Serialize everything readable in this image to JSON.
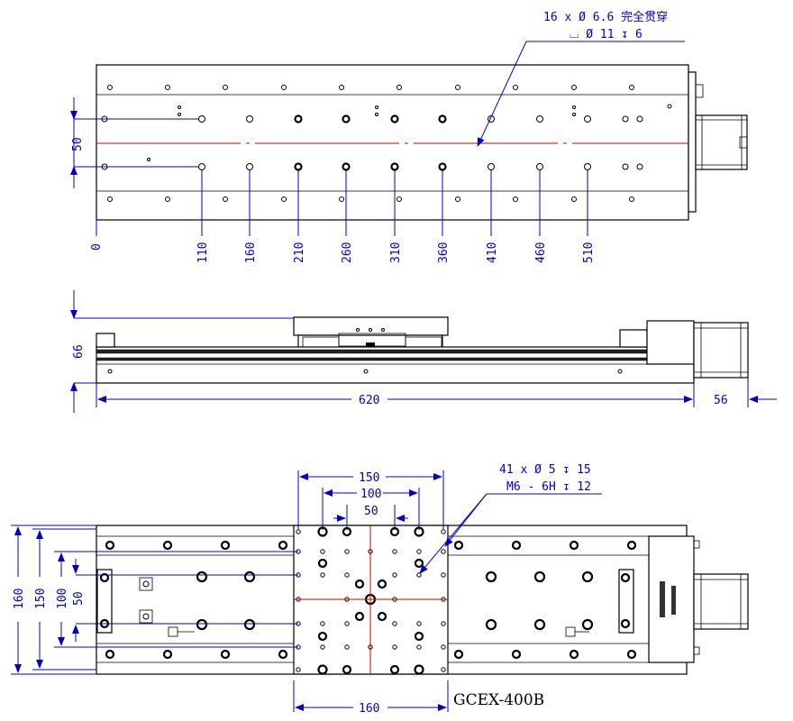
{
  "top_view": {
    "hole_note": "16 x Ø 6.6 完全贯穿",
    "counterbore_note": "⌴ Ø 11 ↧ 6",
    "dim_50": "50",
    "x_labels": [
      "0",
      "110",
      "160",
      "210",
      "260",
      "310",
      "360",
      "410",
      "460",
      "510"
    ]
  },
  "side_view": {
    "height": "66",
    "length": "620",
    "motor_length": "56"
  },
  "bottom_view": {
    "dim_150": "150",
    "dim_100": "100",
    "dim_50": "50",
    "carriage_hole_note": "41 x Ø 5 ↧ 15",
    "thread_note": "M6 - 6H ↧ 12",
    "left_dims": [
      "160",
      "150",
      "100",
      "50"
    ],
    "carriage_width": "160",
    "model": "GCEX-400B"
  }
}
